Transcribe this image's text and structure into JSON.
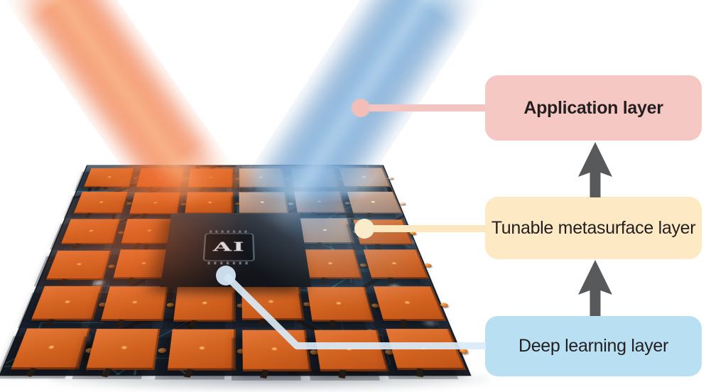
{
  "figure": {
    "chip_label": "AI",
    "boxes": [
      {
        "id": "application-layer",
        "label": "Application layer",
        "fill": "#f6c8c3",
        "callout_color": "#f4c5c0"
      },
      {
        "id": "tunable-metasurface-layer",
        "label": "Tunable metasurface layer",
        "fill": "#fdeac4",
        "callout_color": "#fbe8c1"
      },
      {
        "id": "deep-learning-layer",
        "label": "Deep learning layer",
        "fill": "#b9dff2",
        "callout_color": "#d9eaf7"
      }
    ],
    "arrows": {
      "color": "#58595b",
      "direction": "up",
      "count": 2
    },
    "beams": [
      {
        "id": "incident-beam",
        "color": "#ec6a33"
      },
      {
        "id": "reflected-beam",
        "color": "#5b9bd5"
      }
    ],
    "board": {
      "patch_color": "#d8662a",
      "base_color": "#2e4356",
      "rows": 6,
      "cols": 6
    }
  }
}
